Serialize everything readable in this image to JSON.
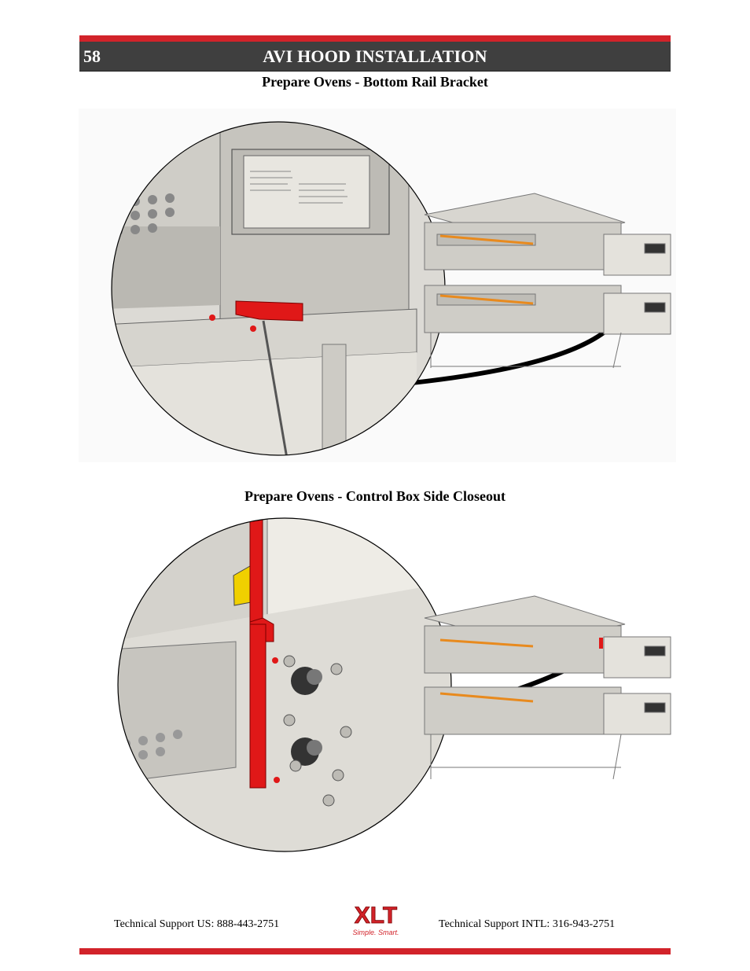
{
  "header": {
    "page_number": "58",
    "title": "AVI HOOD INSTALLATION"
  },
  "figures": [
    {
      "caption": "Prepare Ovens - Bottom Rail Bracket"
    },
    {
      "caption": "Prepare Ovens - Control Box Side Closeout"
    }
  ],
  "footer": {
    "support_us": "Technical Support  US:  888-443-2751",
    "support_intl": "Technical Support  INTL:  316-943-2751",
    "logo_text": "XLT",
    "logo_tagline": "Simple. Smart."
  },
  "colors": {
    "accent_red": "#d2232a",
    "header_gray": "#3f3f3f",
    "oven_steel": "#d4d2cd",
    "bracket_red": "#e01818"
  }
}
